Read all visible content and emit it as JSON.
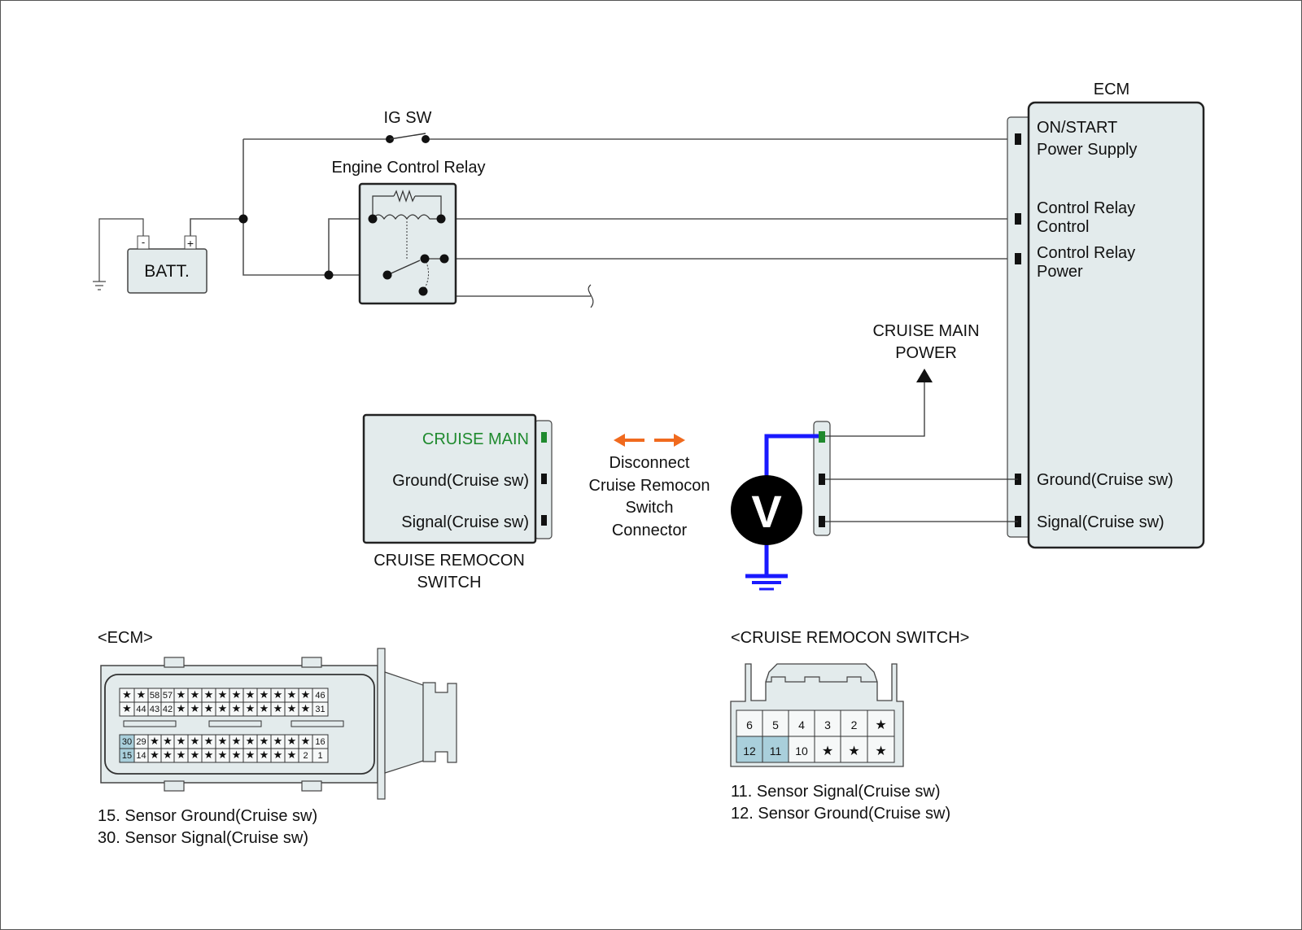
{
  "colors": {
    "box_fill": "#e3ebec",
    "wire": "#555555",
    "meter_wire": "#1a1aff",
    "cruise_main": "#1f8a2e",
    "arrow": "#f06a1e",
    "highlight_pin": "#a9cfdb"
  },
  "labels": {
    "ig_sw": "IG SW",
    "engine_control_relay": "Engine Control Relay",
    "batt": "BATT.",
    "batt_neg": "-",
    "batt_pos": "+",
    "ecm_title": "ECM",
    "cruise_main_power": [
      "CRUISE MAIN",
      "POWER"
    ],
    "voltmeter": "V",
    "disconnect_note": [
      "Disconnect",
      "Cruise Remocon",
      "Switch",
      "Connector"
    ],
    "cruise_remocon_switch": [
      "CRUISE REMOCON",
      "SWITCH"
    ]
  },
  "ecm_pins": [
    [
      "ON/START",
      "Power Supply"
    ],
    [
      "Control Relay",
      "Control"
    ],
    [
      "Control Relay",
      "Power"
    ],
    [
      "Ground(Cruise sw)"
    ],
    [
      "Signal(Cruise sw)"
    ]
  ],
  "switch_pins": [
    "CRUISE MAIN",
    "Ground(Cruise sw)",
    "Signal(Cruise sw)"
  ],
  "ecm_connector": {
    "title": "<ECM>",
    "rows_top": [
      [
        "*",
        "*",
        "58",
        "57",
        "*",
        "*",
        "*",
        "*",
        "*",
        "*",
        "*",
        "*",
        "*",
        "*",
        "46"
      ],
      [
        "*",
        "44",
        "43",
        "42",
        "*",
        "*",
        "*",
        "*",
        "*",
        "*",
        "*",
        "*",
        "*",
        "*",
        "31"
      ]
    ],
    "rows_bottom": [
      [
        "30",
        "29",
        "*",
        "*",
        "*",
        "*",
        "*",
        "*",
        "*",
        "*",
        "*",
        "*",
        "*",
        "*",
        "16"
      ],
      [
        "15",
        "14",
        "*",
        "*",
        "*",
        "*",
        "*",
        "*",
        "*",
        "*",
        "*",
        "*",
        "*",
        "2",
        "1"
      ]
    ],
    "highlighted": [
      "30",
      "15"
    ],
    "legend": [
      "15. Sensor Ground(Cruise sw)",
      "30. Sensor Signal(Cruise sw)"
    ]
  },
  "switch_connector": {
    "title": "<CRUISE REMOCON SWITCH>",
    "rows": [
      [
        "6",
        "5",
        "4",
        "3",
        "2",
        "*"
      ],
      [
        "12",
        "11",
        "10",
        "*",
        "*",
        "*"
      ]
    ],
    "highlighted": [
      "12",
      "11"
    ],
    "legend": [
      "11. Sensor Signal(Cruise sw)",
      "12. Sensor Ground(Cruise sw)"
    ]
  }
}
